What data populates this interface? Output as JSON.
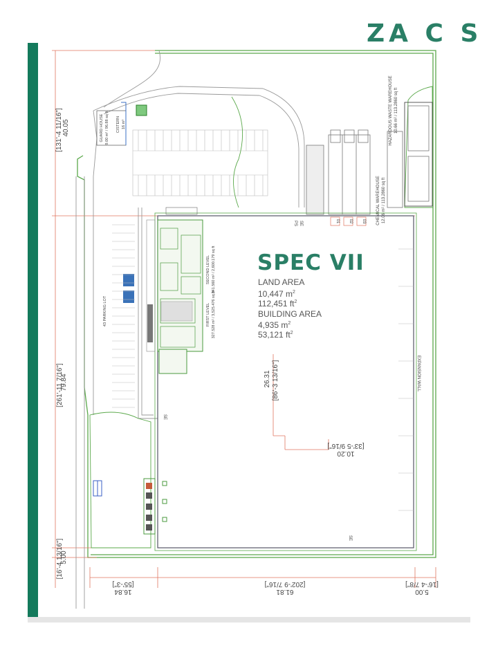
{
  "colors": {
    "accent_bar": "#147a5c",
    "plan_green": "#5aa84a",
    "dimension_red": "#e0755f",
    "title_green": "#2a7f66",
    "bottom_band": "#e5e5e5"
  },
  "header_logo_partial": "ZA C S",
  "project": {
    "title": "SPEC VII",
    "land_area_label": "LAND AREA",
    "land_area_m2": "10,447 m",
    "land_area_ft2": "112,451 ft",
    "building_area_label": "BUILDING AREA",
    "building_area_m2": "4,935 m",
    "building_area_ft2": "53,121 ft",
    "sq": "2"
  },
  "dimensions": {
    "top_left_a": "40.05",
    "top_left_b": "[131'-4 11/16\"]",
    "mid_left_a": "79.84",
    "mid_left_b": "[261'-11 7/16\"]",
    "bottom_left_a": "5.00",
    "bottom_left_b": "[16'-4 13/16\"]",
    "interior_a": "26.31",
    "interior_b": "[86'-3 13/16\"]",
    "interior_h_a": "10.20",
    "interior_h_b": "[33'-5 9/16\"]",
    "bottom_1_a": "16.84",
    "bottom_1_b": "[55'-3\"]",
    "bottom_2_a": "61.81",
    "bottom_2_b": "[202'-9 7/16\"]",
    "bottom_3_a": "5.00",
    "bottom_3_b": "[16'-4 7/8\"]"
  },
  "labels": {
    "guard_house": "GUARD HOUSE",
    "guard_house_area": "9.00 m² / 96.88 sq ft",
    "cistern": "CISTERN",
    "cistern_area": "16 m³",
    "parking": "43 PARKING LOT",
    "hazardous": "HAZARDOUS WASTE WAREHOUSE",
    "hazardous_area": "10.66 m² / 113.2860 sq ft",
    "chemical": "CHEMICAL WAREHOUSE",
    "chemical_area": "12.06 m² / 113.2860 sq ft",
    "ps": "PS",
    "se": "SE",
    "dock_1": "01",
    "dock_2": "02",
    "dock_3": "03",
    "second_level": "SECOND LEVEL",
    "second_level_area": "241.560 m² / 2,600.179 sq ft",
    "first_level": "FIRST LEVEL",
    "first_level_area": "327.528 m² / 3,525.476 sq ft",
    "expansion_wall": "EXPANSION WALL"
  }
}
